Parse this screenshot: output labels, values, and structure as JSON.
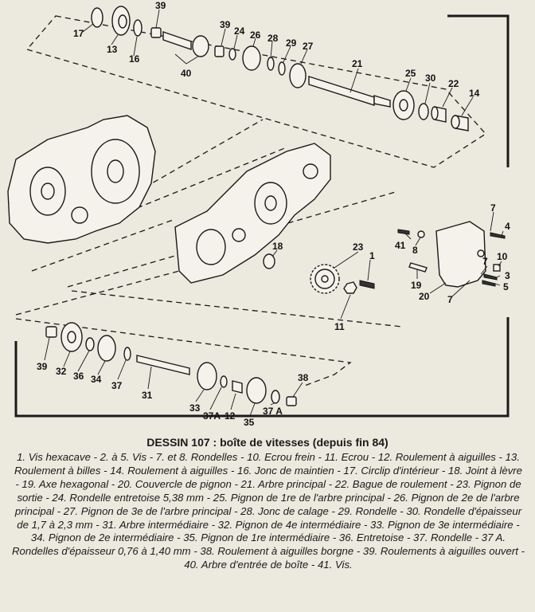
{
  "caption": {
    "title": "DESSIN 107 : boîte de vitesses (depuis fin 84)",
    "legend": "1. Vis hexacave - 2. à 5. Vis - 7. et 8. Rondelles - 10. Ecrou frein - 11. Ecrou - 12. Roulement à aiguilles - 13. Roulement à billes - 14. Roulement à aiguilles - 16. Jonc de maintien - 17. Circlip d'intérieur - 18. Joint à lèvre - 19. Axe hexagonal - 20. Couvercle de pignon - 21. Arbre principal - 22. Bague de roulement - 23. Pignon de sortie - 24. Rondelle entretoise 5,38 mm - 25. Pignon de 1re de l'arbre principal - 26. Pignon de 2e de l'arbre principal - 27. Pignon de 3e de l'arbre principal - 28. Jonc de calage - 29. Rondelle - 30. Rondelle d'épaisseur de 1,7 à 2,3 mm - 31. Arbre intermédiaire - 32. Pignon de 4e intermédiaire - 33. Pignon de 3e intermédiaire - 34. Pignon de 2e intermédiaire - 35. Pignon de 1re intermédiaire - 36. Entretoise - 37. Rondelle - 37 A. Rondelles d'épaisseur 0,76 à 1,40 mm - 38. Roulement à aiguilles borgne - 39. Roulements à aiguilles ouvert - 40. Arbre d'entrée de boîte - 41. Vis."
  },
  "labels": {
    "l1": "1",
    "l3": "3",
    "l4": "4",
    "l5": "5",
    "l7a": "7",
    "l7b": "7",
    "l7c": "7",
    "l8": "8",
    "l10": "10",
    "l11": "11",
    "l12": "12",
    "l13": "13",
    "l14": "14",
    "l16": "16",
    "l17": "17",
    "l18": "18",
    "l19": "19",
    "l20": "20",
    "l21": "21",
    "l22": "22",
    "l23": "23",
    "l24": "24",
    "l25": "25",
    "l26": "26",
    "l27": "27",
    "l28": "28",
    "l29": "29",
    "l30": "30",
    "l31": "31",
    "l32": "32",
    "l33": "33",
    "l34": "34",
    "l35": "35",
    "l36": "36",
    "l37": "37",
    "l37a1": "37A",
    "l37a2": "37 A",
    "l38": "38",
    "l39a": "39",
    "l39b": "39",
    "l39c": "39",
    "l40": "40",
    "l41": "41"
  }
}
